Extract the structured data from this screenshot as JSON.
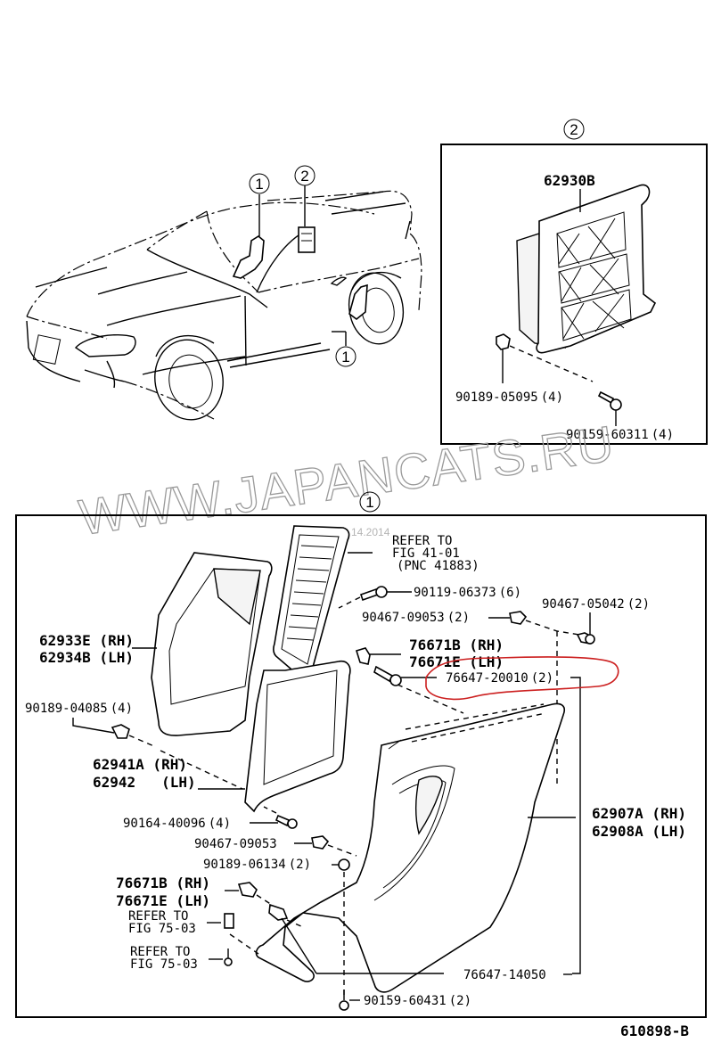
{
  "diagram": {
    "drawing_number": "610898-B",
    "watermark": "WWW.JAPANCATS.RU",
    "faint_stamp": "14.2014",
    "overview": {
      "callouts": [
        "1",
        "2",
        "1"
      ]
    },
    "detail_2": {
      "marker": "2",
      "parts": [
        {
          "pnc": "62930B",
          "qty": ""
        },
        {
          "pnc": "90189-05095",
          "qty": "(4)"
        },
        {
          "pnc": "90159-60311",
          "qty": "(4)"
        }
      ]
    },
    "detail_1": {
      "marker": "1",
      "refer_note": {
        "line1": "REFER TO",
        "line2": "FIG 41-01",
        "line3": "(PNC 41883)"
      },
      "labels": {
        "p90119": {
          "pnc": "90119-06373",
          "qty": "(6)"
        },
        "p90467a": {
          "pnc": "90467-09053",
          "qty": "(2)"
        },
        "p90467b": {
          "pnc": "90467-05042",
          "qty": "(2)"
        },
        "p76671_top_rh": "76671B (RH)",
        "p76671_top_lh": "76671E (LH)",
        "p76647a": {
          "pnc": "76647-20010",
          "qty": "(2)"
        },
        "p62933_rh": "62933E (RH)",
        "p62934_lh": "62934B (LH)",
        "p90189a": {
          "pnc": "90189-04085",
          "qty": "(4)"
        },
        "p62941_rh": "62941A (RH)",
        "p62942_lh": "62942   (LH)",
        "p90164": {
          "pnc": "90164-40096",
          "qty": "(4)"
        },
        "p90467c": {
          "pnc": "90467-09053",
          "qty": ""
        },
        "p90189b": {
          "pnc": "90189-06134",
          "qty": "(2)"
        },
        "p76671_bot_rh": "76671B (RH)",
        "p76671_bot_lh": "76671E (LH)",
        "refer_a": {
          "line1": "REFER TO",
          "line2": "FIG 75-03"
        },
        "refer_b": {
          "line1": "REFER TO",
          "line2": "FIG 75-03"
        },
        "p62907_rh": "62907A (RH)",
        "p62908_lh": "62908A (LH)",
        "p76647b": {
          "pnc": "76647-14050",
          "qty": ""
        },
        "p90159": {
          "pnc": "90159-60431",
          "qty": "(2)"
        }
      },
      "highlighted_part": "76647-20010"
    },
    "colors": {
      "ink": "#000000",
      "highlight": "#cc1f1f",
      "watermark": "#9a9a9a"
    }
  }
}
